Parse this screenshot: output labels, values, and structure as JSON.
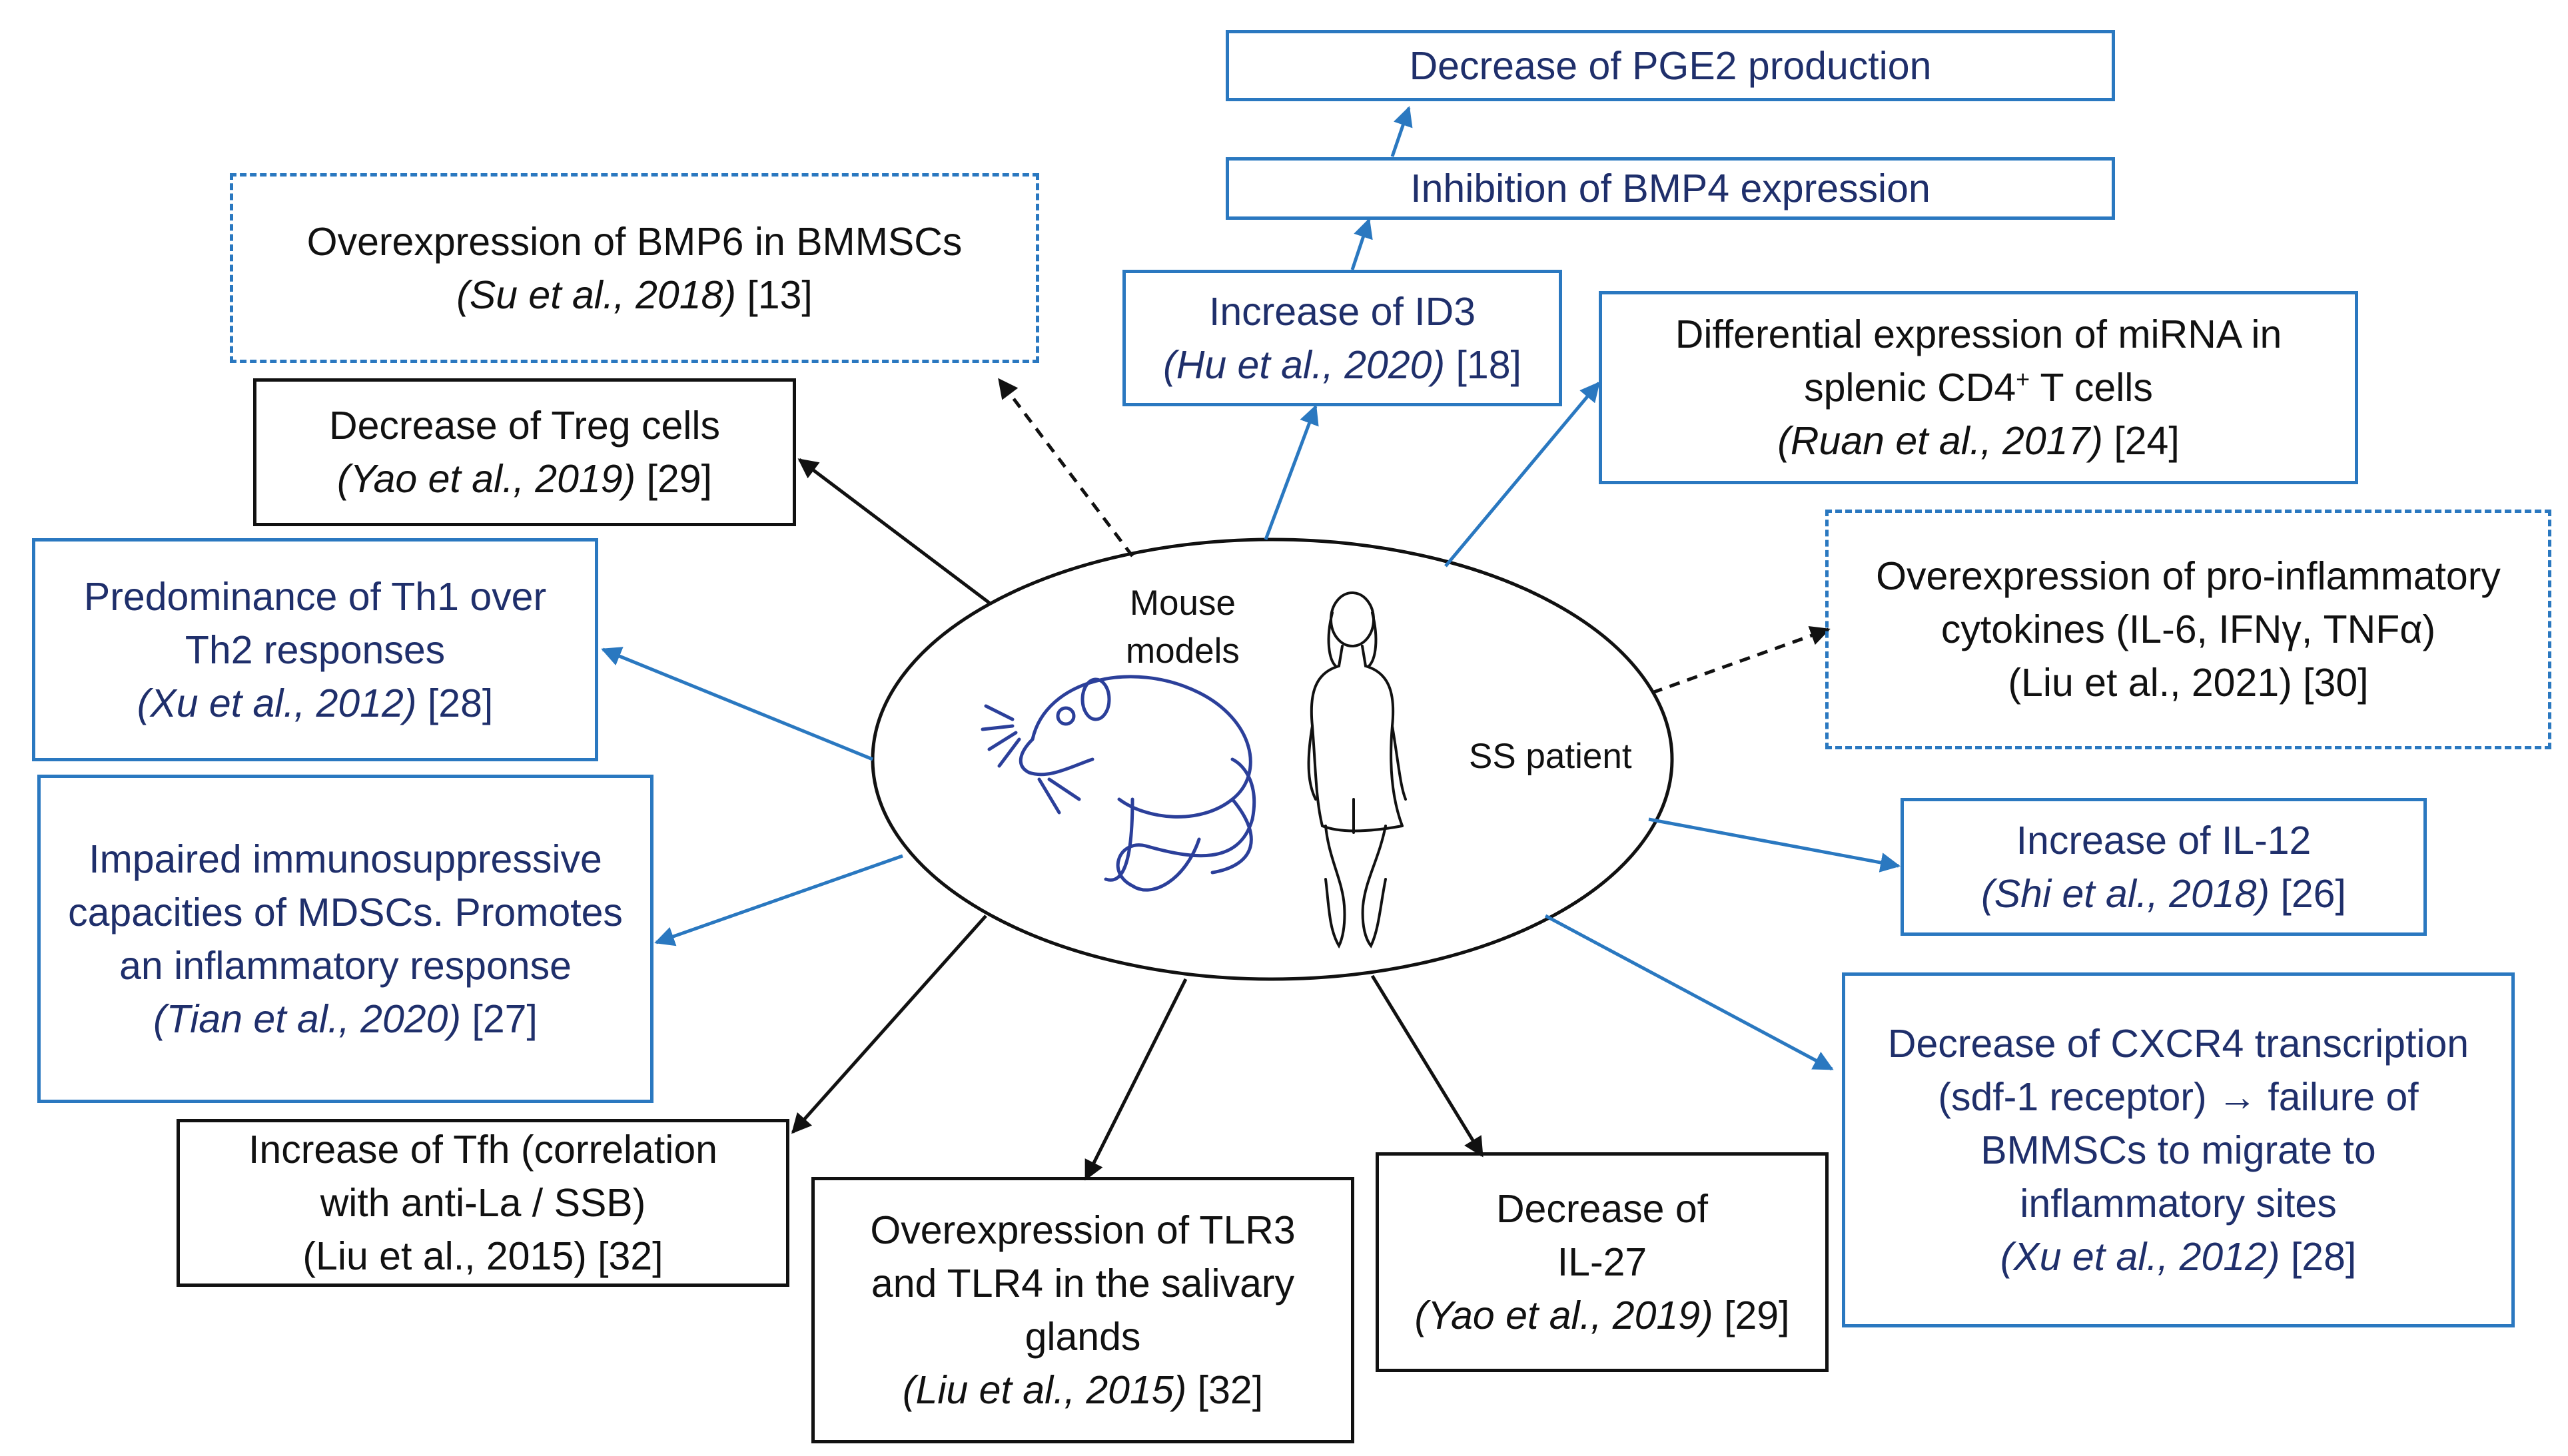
{
  "center": {
    "mouse_label_1": "Mouse",
    "mouse_label_2": "models",
    "patient_label": "SS patient"
  },
  "boxes": {
    "pge2": {
      "text": "Decrease of PGE2 production"
    },
    "bmp4": {
      "text": "Inhibition  of BMP4 expression"
    },
    "id3": {
      "text": "Increase of ID3",
      "ref_italic": "(Hu et al., 2020)",
      "ref_num": " [18]"
    },
    "mirna": {
      "text_1": "Differential expression of miRNA in",
      "text_2a": "splenic CD4",
      "text_2sup": "+",
      "text_2b": " T cells",
      "ref_italic": "(Ruan et al., 2017)",
      "ref_num": " [24]"
    },
    "bmp6": {
      "text": "Overexpression of BMP6 in BMMSCs",
      "ref_italic": "(Su et al., 2018)",
      "ref_num": " [13]"
    },
    "treg": {
      "text": "Decrease of Treg cells",
      "ref_italic": "(Yao et al., 2019)",
      "ref_num": " [29]"
    },
    "th1": {
      "text_1": "Predominance of Th1 over",
      "text_2": "Th2 responses",
      "ref_italic": "(Xu et al., 2012)",
      "ref_num": " [28]"
    },
    "mdsc": {
      "text_1": "Impaired immunosuppressive",
      "text_2": "capacities of MDSCs. Promotes",
      "text_3": "an inflammatory response",
      "ref_italic": "(Tian et al., 2020)",
      "ref_num": " [27]"
    },
    "tfh": {
      "text_1": "Increase of Tfh (correlation",
      "text_2": "with anti-La / SSB)",
      "ref": "(Liu et al., 2015) [32]"
    },
    "tlr": {
      "text_1": "Overexpression of TLR3",
      "text_2": "and TLR4 in the salivary",
      "text_3": "glands",
      "ref_italic": "(Liu et al., 2015)",
      "ref_num": " [32]"
    },
    "il27": {
      "text_1": "Decrease of",
      "text_2": "IL-27",
      "ref_italic": "(Yao et al., 2019)",
      "ref_num": " [29]"
    },
    "cytokines": {
      "text_1": "Overexpression of pro-inflammatory",
      "text_2": "cytokines (IL-6, IFNγ, TNFα)",
      "ref": "(Liu et al., 2021) [30]"
    },
    "il12": {
      "text": "Increase of IL-12",
      "ref_italic": "(Shi et al., 2018)",
      "ref_num": " [26]"
    },
    "cxcr4": {
      "text_1": "Decrease of CXCR4 transcription",
      "text_2": "(sdf-1 receptor) → failure of",
      "text_3": "BMMSCs to migrate to",
      "text_4": "inflammatory sites",
      "ref_italic": "(Xu et al., 2012)",
      "ref_num": " [28]"
    }
  },
  "colors": {
    "blue_border": "#2a78c0",
    "blue_text": "#1f2f6b",
    "black": "#111111"
  }
}
